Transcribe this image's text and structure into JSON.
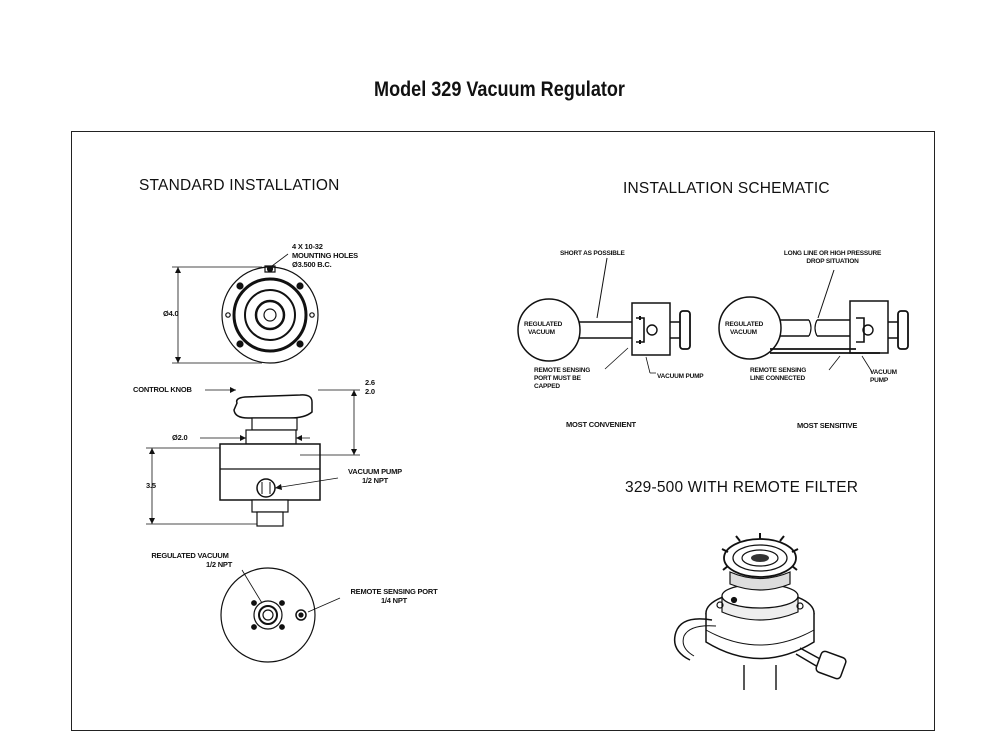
{
  "title": "Model 329 Vacuum Regulator",
  "standard_installation": {
    "heading": "STANDARD INSTALLATION",
    "mounting_holes_1": "4 X 10-32",
    "mounting_holes_2": "MOUNTING HOLES",
    "mounting_holes_3": "Ø3.500 B.C.",
    "diameter_4": "Ø4.0",
    "control_knob": "CONTROL KNOB",
    "height_26": "2.6",
    "height_20": "2.0",
    "diameter_2": "Ø2.0",
    "height_35": "3.5",
    "vacuum_pump_1": "VACUUM PUMP",
    "vacuum_pump_2": "1/2 NPT",
    "regulated_vacuum_1": "REGULATED VACUUM",
    "regulated_vacuum_2": "1/2 NPT",
    "remote_port_1": "REMOTE SENSING PORT",
    "remote_port_2": "1/4 NPT"
  },
  "installation_schematic": {
    "heading": "INSTALLATION SCHEMATIC",
    "left": {
      "short_label": "SHORT AS POSSIBLE",
      "regulated_1": "REGULATED",
      "regulated_2": "VACUUM",
      "remote_1": "REMOTE SENSING",
      "remote_2": "PORT MUST BE",
      "remote_3": "CAPPED",
      "vacuum_pump": "VACUUM PUMP",
      "caption": "MOST CONVENIENT"
    },
    "right": {
      "long_1": "LONG LINE OR HIGH PRESSURE",
      "long_2": "DROP SITUATION",
      "regulated_1": "REGULATED",
      "regulated_2": "VACUUM",
      "remote_1": "REMOTE SENSING",
      "remote_2": "LINE CONNECTED",
      "vacuum_1": "VACUUM",
      "vacuum_2": "PUMP",
      "caption": "MOST SENSITIVE"
    }
  },
  "remote_filter": {
    "heading": "329-500 WITH REMOTE FILTER"
  }
}
